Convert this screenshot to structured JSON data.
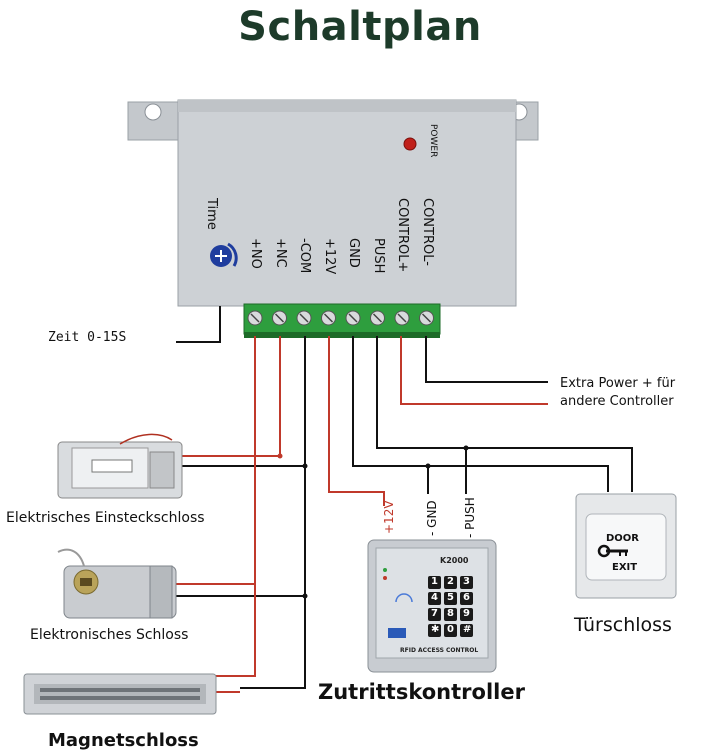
{
  "title": "Schaltplan",
  "controller": {
    "time_label": "Time",
    "power_label": "POWER",
    "terminals": [
      "+NO",
      "+NC",
      "-COM",
      "+12V",
      "GND",
      "PUSH",
      "CONTROL+",
      "CONTROL-"
    ]
  },
  "labels": {
    "zeit": "Zeit 0-15S",
    "extra_power_line1": "Extra Power + für",
    "extra_power_line2": "andere Controller",
    "einsteckschloss": "Elektrisches Einsteckschloss",
    "elektronisches_schloss": "Elektronisches Schloss",
    "magnetschloss": "Magnetschloss",
    "zutrittskontroller": "Zutrittskontroller",
    "tuerschloss": "Türschloss"
  },
  "wire_labels": {
    "plus12v": "+12V",
    "gnd": "- GND",
    "push": "- PUSH"
  },
  "keypad": {
    "model": "K2000",
    "footer": "RFID ACCESS CONTROL",
    "keys": [
      "1",
      "2",
      "3",
      "4",
      "5",
      "6",
      "7",
      "8",
      "9",
      "✱",
      "0",
      "#"
    ]
  },
  "exit_button": {
    "line1": "DOOR",
    "line2": "EXIT"
  },
  "colors": {
    "red_wire": "#c0392b",
    "black_wire": "#111111",
    "terminal_green": "#2e9e3e",
    "box_gray": "#c8ccd0"
  }
}
